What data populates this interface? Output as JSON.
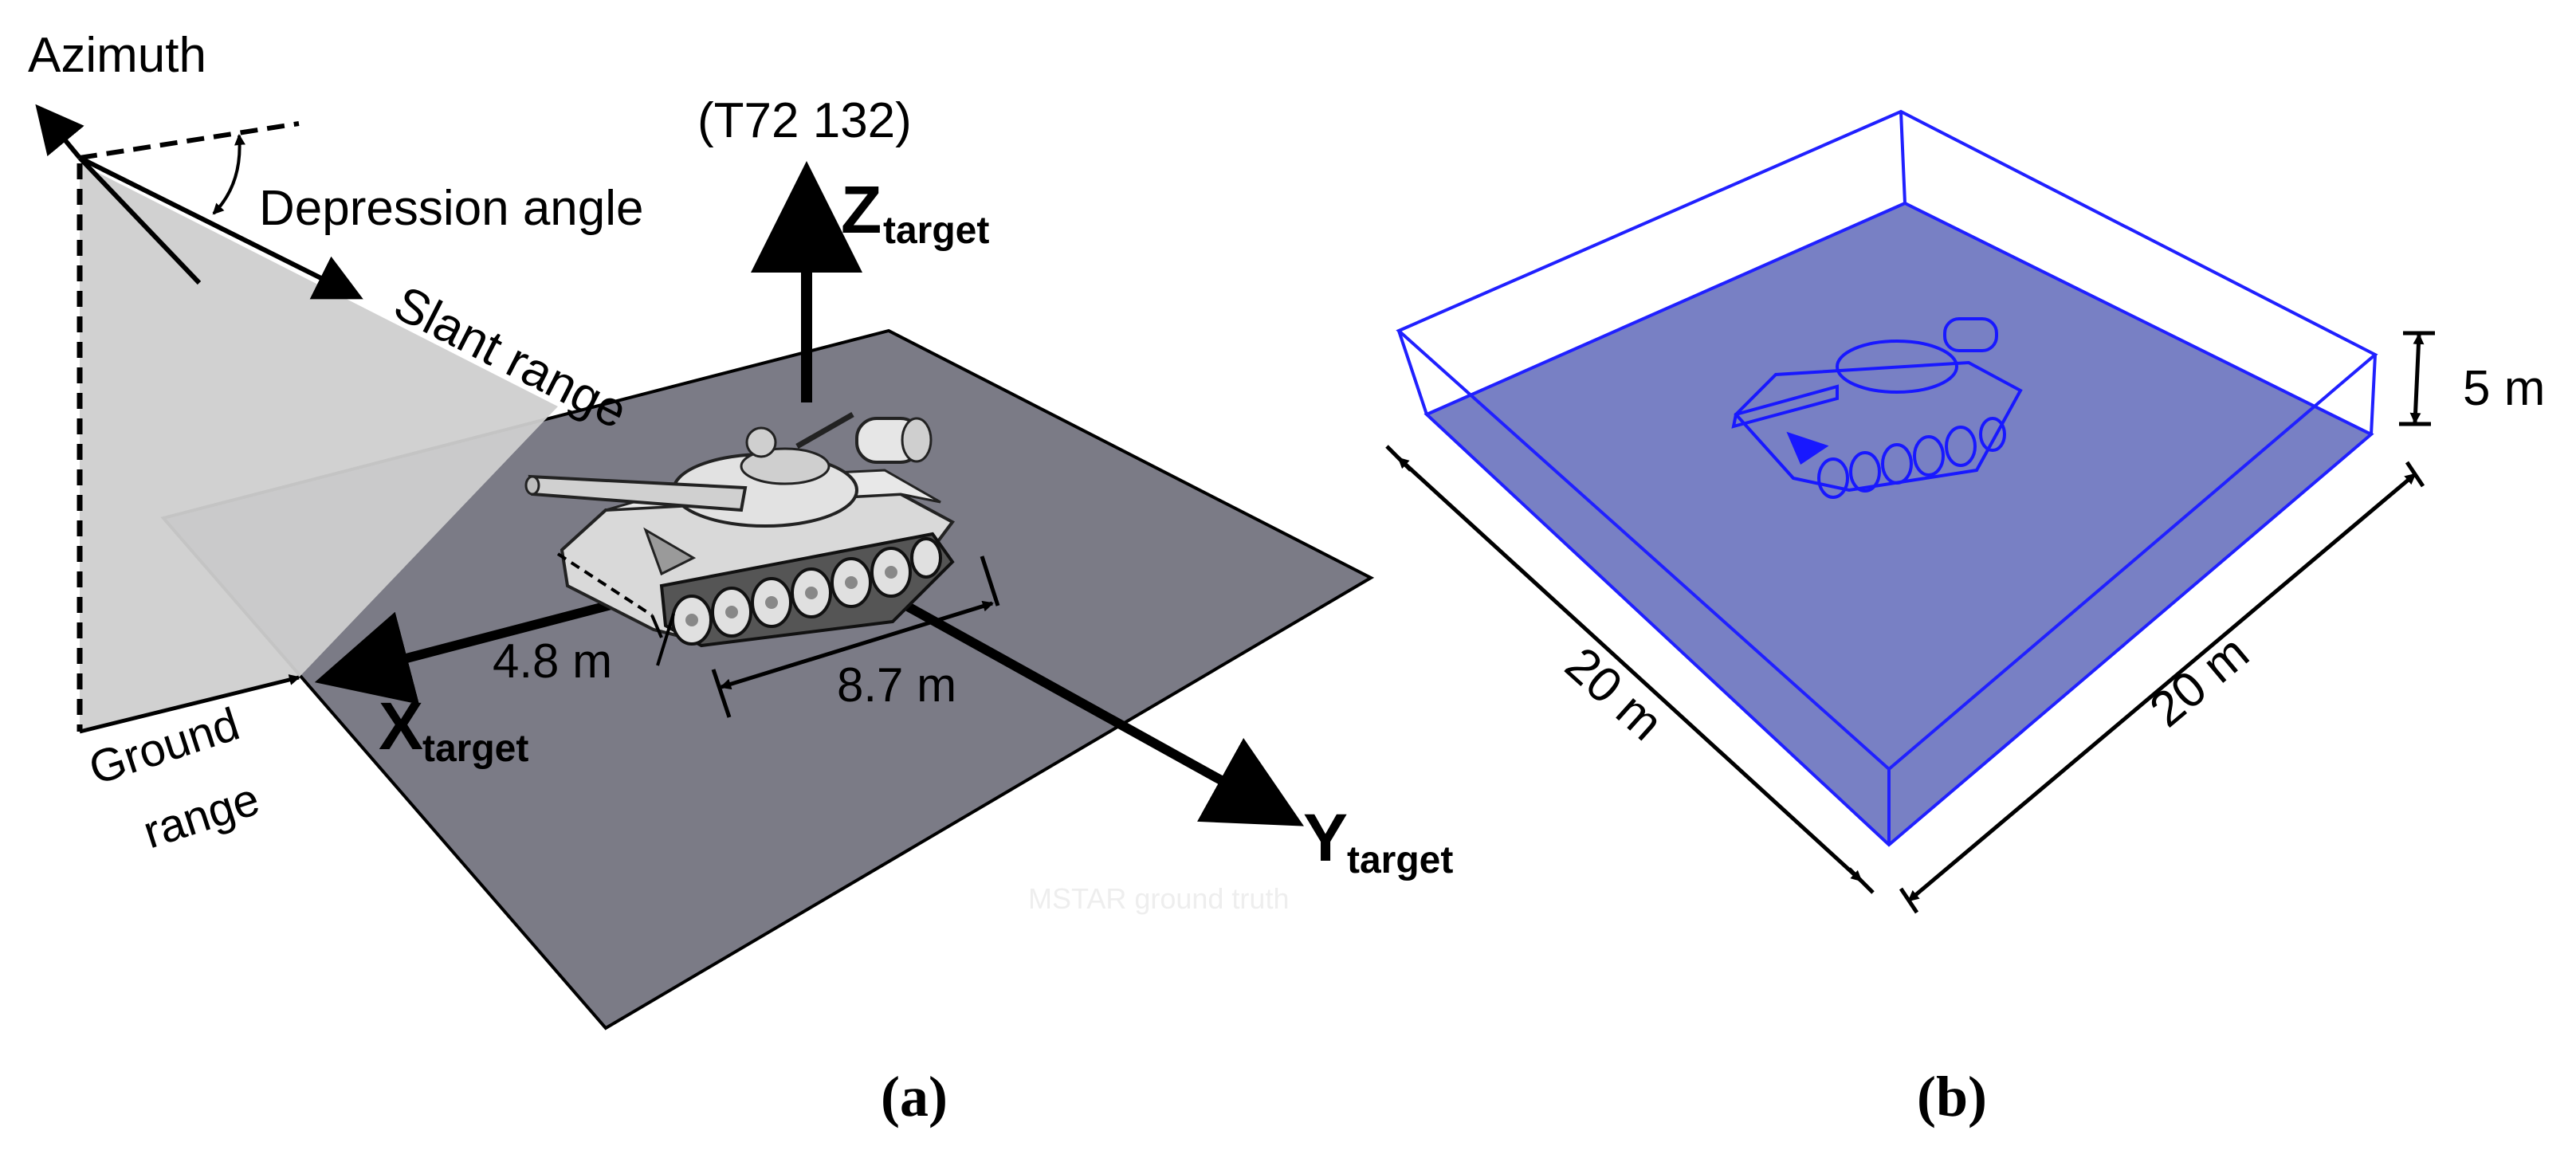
{
  "panel_a": {
    "caption": "(a)",
    "target_label": "(T72 132)",
    "azimuth": "Azimuth",
    "depression_angle": "Depression angle",
    "slant_range": "Slant range",
    "ground_range_line1": "Ground",
    "ground_range_line2": "range",
    "tank_width": "4.8 m",
    "tank_length": "8.7 m",
    "x_axis_main": "X",
    "x_axis_sub": "target",
    "y_axis_main": "Y",
    "y_axis_sub": "target",
    "z_axis_main": "Z",
    "z_axis_sub": "target",
    "watermark": "MSTAR ground truth",
    "colors": {
      "ground_plane": "#7b7b86",
      "radar_wedge": "#cfcfcf"
    }
  },
  "panel_b": {
    "caption": "(b)",
    "depth_label": "20 m",
    "width_label": "20 m",
    "height_label": "5 m",
    "colors": {
      "box_edge": "#2020ff",
      "box_floor": "#7880c4"
    }
  }
}
